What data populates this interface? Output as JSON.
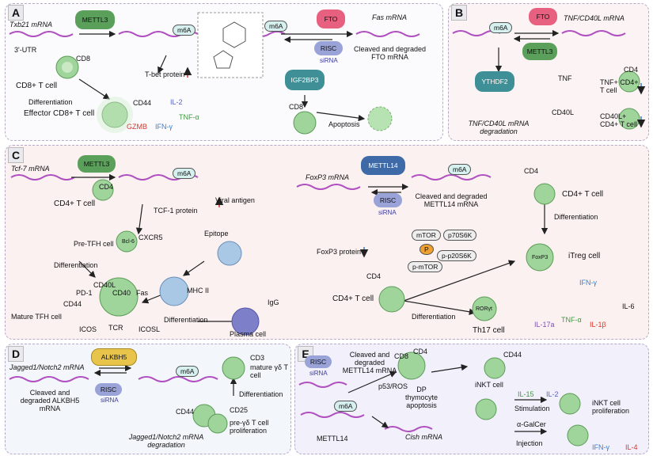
{
  "panels": {
    "a": "A",
    "b": "B",
    "c": "C",
    "d": "D",
    "e": "E"
  },
  "A": {
    "txb21_mrna": "Txb21 mRNA",
    "utr3": "3'-UTR",
    "mettl3": "METTL3",
    "m6a": "m6A",
    "cd8": "CD8",
    "cd8_t_cell": "CD8+ T cell",
    "tbet": "T-bet protein",
    "differentiation": "Differentiation",
    "effector": "Effector CD8+ T cell",
    "cd44": "CD44",
    "il2": "IL-2",
    "tnfa": "TNF-α",
    "gzmb": "GZMB",
    "ifng": "IFN-γ",
    "fto": "FTO",
    "fas_mrna": "Fas mRNA",
    "risc": "RISC",
    "sirna": "siRNA",
    "igf2bp3": "IGF2BP3",
    "cleaved": "Cleaved and degraded FTO mRNA",
    "apoptosis": "Apoptosis"
  },
  "B": {
    "fto": "FTO",
    "mrna": "TNF/CD40L mRNA",
    "m6a": "m6A",
    "mettl3": "METTL3",
    "ythdf2": "YTHDF2",
    "cd4": "CD4",
    "tnf": "TNF",
    "tnf_cell": "TNF+ CD4+ T cell",
    "cd40l": "CD40L",
    "cd40l_cell": "CD40L+ CD4+ T cell",
    "degradation": "TNF/CD40L mRNA degradation"
  },
  "C": {
    "tcf7": "Tcf-7 mRNA",
    "mettl3": "METTL3",
    "m6a": "m6A",
    "cd4": "CD4",
    "cd4_t_cell": "CD4+ T cell",
    "tcf1": "TCF-1 protein",
    "viral_antigen": "Viral antigen",
    "epitope": "Epitope",
    "cxcr5": "CXCR5",
    "bcl6": "Bcl-6",
    "pre_tfh": "Pre-TFH cell",
    "differentiation": "Differentiation",
    "mhc2": "MHC II",
    "cd40l": "CD40L",
    "cd40": "CD40",
    "fas": "Fas",
    "pd1": "PD-1",
    "cd44": "CD44",
    "mature_tfh": "Mature TFH cell",
    "icos": "ICOS",
    "tcr": "TCR",
    "icosl": "ICOSL",
    "igg": "IgG",
    "plasma": "Plasma cell",
    "foxp3_mrna": "FoxP3 mRNA",
    "mettl14": "METTL14",
    "risc": "RISC",
    "sirna": "siRNA",
    "cleaved": "Cleaved and degraded METTL14 mRNA",
    "foxp3_protein": "FoxP3 protein",
    "mtor": "mTOR",
    "p70s6k": "p70S6K",
    "p": "P",
    "pp20s6k": "p-p20S6K",
    "pmtor": "p-mTOR",
    "cd4_cell_right": "CD4+ T cell",
    "itreg": "iTreg cell",
    "foxp3": "FoxP3",
    "rorgt": "RORγt",
    "th17": "Th17 cell",
    "ifng": "IFN-γ",
    "il6": "IL-6",
    "il17a": "IL-17a",
    "tnfa": "TNF-α",
    "il1b": "IL-1β"
  },
  "D": {
    "alkbh5": "ALKBH5",
    "mrna": "Jagged1/Notch2 mRNA",
    "m6a": "m6A",
    "cd3": "CD3",
    "mature_gd": "mature γδ T cell",
    "risc": "RISC",
    "sirna": "siRNA",
    "cleaved": "Cleaved and degraded ALKBH5 mRNA",
    "differentiation": "Differentiation",
    "cd44": "CD44",
    "cd25": "CD25",
    "pre_gd": "pre-γδ T cell proliferation",
    "degradation": "Jagged1/Notch2 mRNA degradation"
  },
  "E": {
    "risc": "RISC",
    "sirna": "siRNA",
    "cleaved": "Cleaved and degraded METTL14 mRNA",
    "cd8": "CD8",
    "cd4": "CD4",
    "cd44": "CD44",
    "p53": "p53/ROS",
    "dp": "DP thymocyte apoptosis",
    "inkt": "iNKT cell",
    "il15": "IL-15",
    "il2": "IL-2",
    "stimulation": "Stimulation",
    "inkt_prolif": "iNKT cell proliferation",
    "m6a": "m6A",
    "mettl14": "METTL14",
    "cish": "Cish mRNA",
    "agalcer": "α-GalCer",
    "injection": "Injection",
    "ifng": "IFN-γ",
    "il4": "IL-4"
  },
  "colors": {
    "mrna": "#b04fc0",
    "mettl": "#5aa05a",
    "fto": "#e86080",
    "risc": "#9aa3d8",
    "cell": "#9fd49b",
    "up": "#d9342b",
    "down": "#3a7fd0",
    "alkbh5": "#e8c44a",
    "igf": "#3f8f96"
  }
}
